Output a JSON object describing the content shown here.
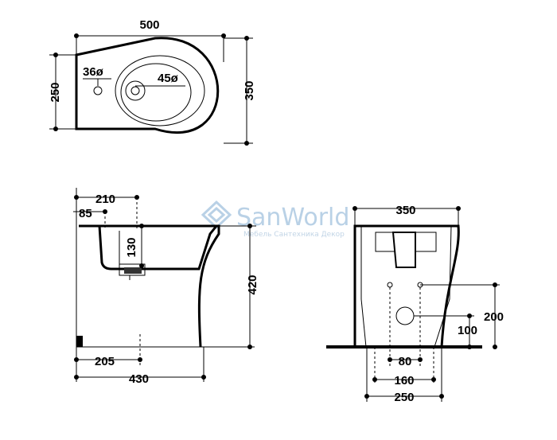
{
  "watermark": {
    "brand": "SanWorld",
    "tagline": "Мебель Сантехника Декор"
  },
  "top_view": {
    "width": "500",
    "depth_total": "350",
    "depth_back": "250",
    "tap_hole": "36ø",
    "drain_hole": "45ø"
  },
  "side_view": {
    "top_offset": "210",
    "tap_offset": "85",
    "drain_depth": "130",
    "height": "420",
    "outlet_offset": "205",
    "base_depth": "430"
  },
  "back_view": {
    "width": "350",
    "fix_height": "200",
    "outlet_height": "100",
    "outlet_spacing": "80",
    "fix_spacing": "160",
    "base_width": "250"
  }
}
